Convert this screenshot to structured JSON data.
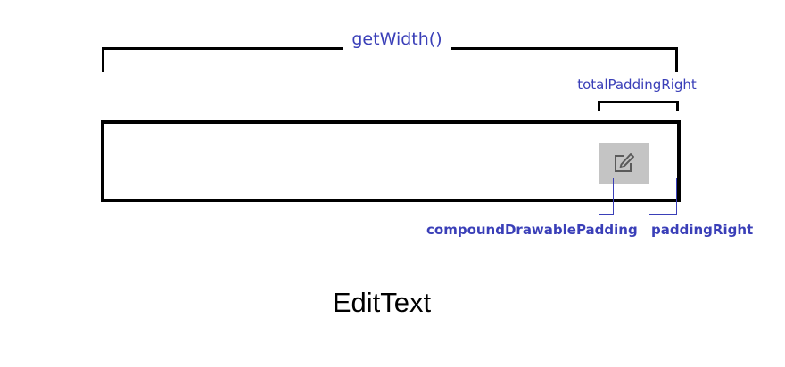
{
  "labels": {
    "get_width": "getWidth()",
    "total_padding_right": "totalPaddingRight",
    "compound_drawable_padding": "compoundDrawablePadding",
    "padding_right": "paddingRight",
    "edit_text": "EditText"
  },
  "icons": {
    "drawable": "edit-icon"
  },
  "colors": {
    "annotation": "#3a3fb8",
    "outline": "#000000",
    "drawable_bg": "#c4c4c4",
    "icon": "#5a5a5a"
  }
}
